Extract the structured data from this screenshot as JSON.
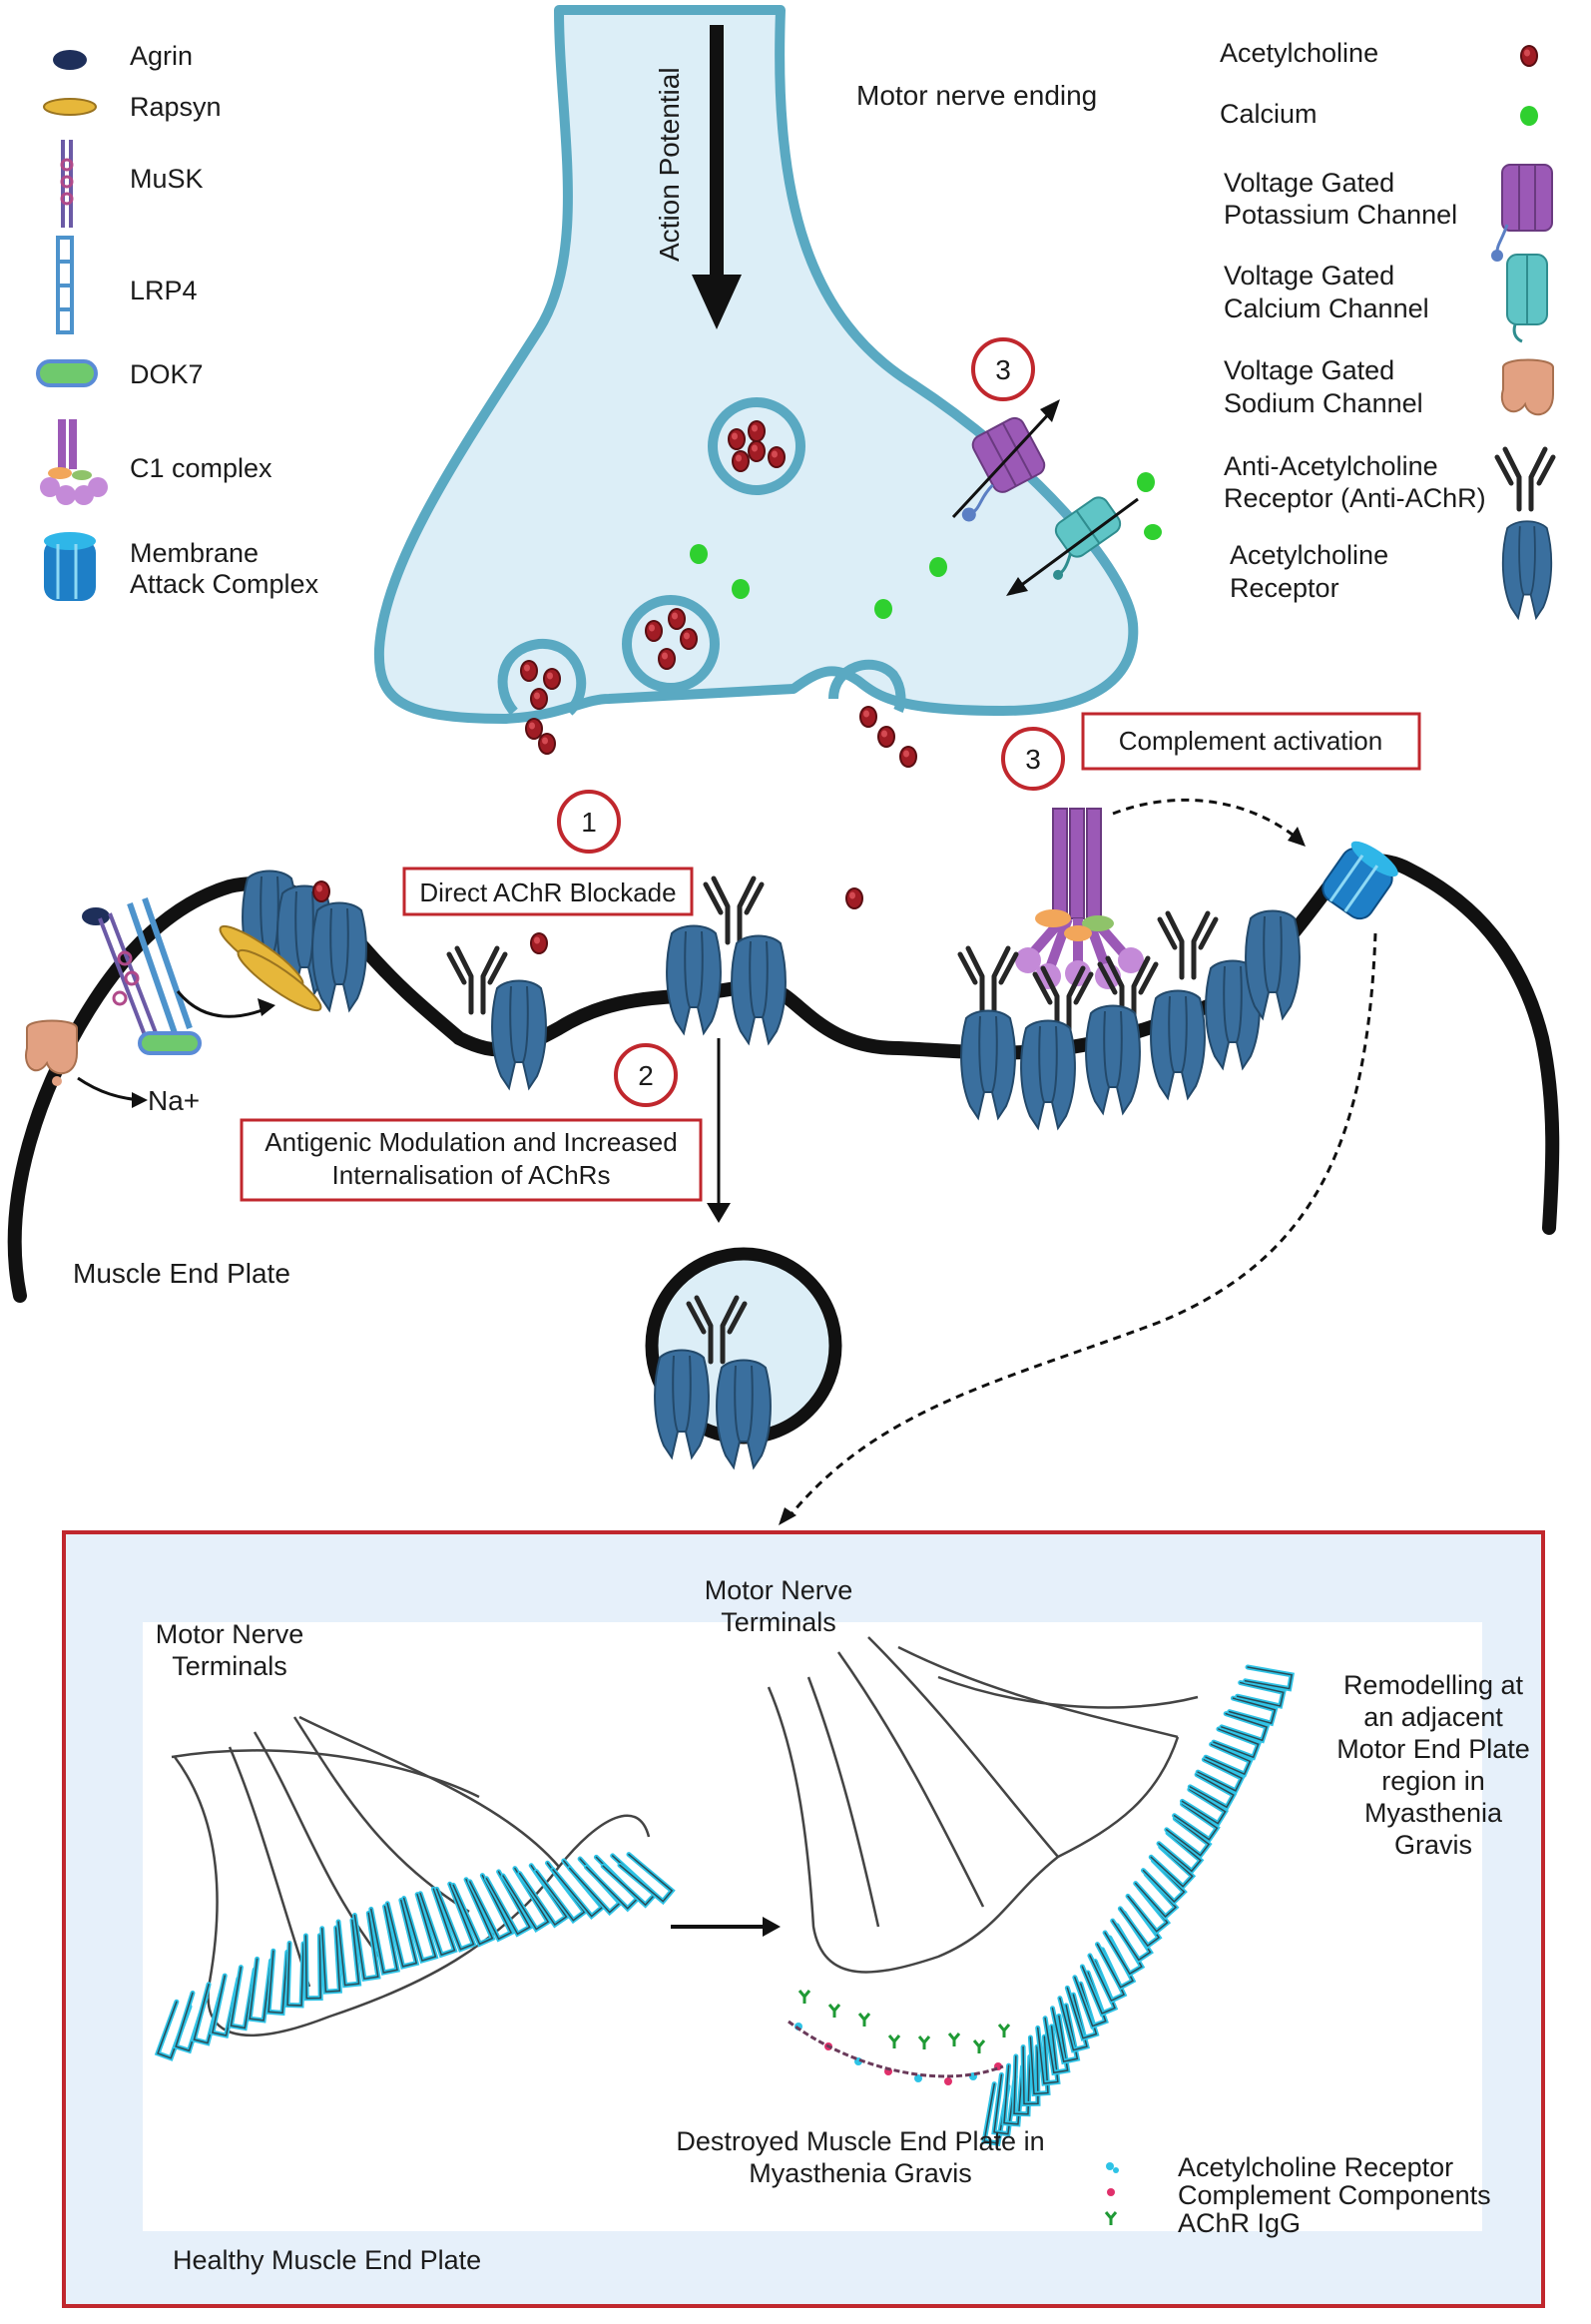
{
  "legend_left": [
    {
      "icon": "agrin-icon",
      "label": "Agrin"
    },
    {
      "icon": "rapsyn-icon",
      "label": "Rapsyn"
    },
    {
      "icon": "musk-icon",
      "label": "MuSK"
    },
    {
      "icon": "lrp4-icon",
      "label": "LRP4"
    },
    {
      "icon": "dok7-icon",
      "label": "DOK7"
    },
    {
      "icon": "c1-complex-icon",
      "label": "C1 complex"
    },
    {
      "icon": "membrane-attack-complex-icon",
      "label_lines": [
        "Membrane",
        "Attack Complex"
      ]
    }
  ],
  "legend_right": [
    {
      "icon": "acetylcholine-icon",
      "label_lines": [
        "Acetylcholine"
      ]
    },
    {
      "icon": "calcium-icon",
      "label_lines": [
        "Calcium"
      ]
    },
    {
      "icon": "potassium-channel-icon",
      "label_lines": [
        "Voltage Gated",
        "Potassium Channel"
      ]
    },
    {
      "icon": "calcium-channel-icon",
      "label_lines": [
        "Voltage Gated",
        "Calcium Channel"
      ]
    },
    {
      "icon": "sodium-channel-icon",
      "label_lines": [
        "Voltage Gated",
        "Sodium  Channel"
      ]
    },
    {
      "icon": "anti-achr-icon",
      "label_lines": [
        "Anti-Acetylcholine",
        "Receptor (Anti-AChR)"
      ]
    },
    {
      "icon": "achr-icon",
      "label_lines": [
        "Acetylcholine",
        "Receptor"
      ]
    }
  ],
  "labels": {
    "action_potential": "Action Potential",
    "motor_nerve_ending": "Motor nerve ending",
    "muscle_end_plate": "Muscle End Plate",
    "na_plus": "Na+"
  },
  "mechanisms": {
    "m1_number": "1",
    "m1_label": "Direct AChR Blockade",
    "m2_number": "2",
    "m2_label_lines": [
      "Antigenic Modulation and Increased",
      "Internalisation of AChRs"
    ],
    "m3_number": "3",
    "m3_label": "Complement activation",
    "m3_channel_number": "3"
  },
  "inset": {
    "left_terminal_lines": [
      "Motor Nerve",
      "Terminals"
    ],
    "mid_terminal_lines": [
      "Motor Nerve",
      "Terminals"
    ],
    "remodelling_lines": [
      "Remodelling at",
      "an adjacent",
      "Motor End Plate",
      "region in",
      "Myasthenia",
      "Gravis"
    ],
    "destroyed_lines": [
      "Destroyed Muscle End Plate in",
      "Myasthenia Gravis"
    ],
    "healthy": "Healthy Muscle End Plate",
    "legend": [
      "Acetylcholine Receptor",
      "Complement Components",
      "AChR IgG"
    ]
  },
  "colors": {
    "nerve_fill": "#dceef7",
    "nerve_stroke": "#5aa9c2",
    "acetylcholine": "#a01c24",
    "calcium": "#2fd02f",
    "receptor": "#3a6f9e",
    "box_border": "#c0272d",
    "inset_bg": "#e6f0fa",
    "achr_cyan": "#2ec3e6",
    "rapsyn": "#e6b73a",
    "potassium": "#9b59b6",
    "calcium_channel": "#5fc5c6",
    "sodium": "#e2a182",
    "membrane": "#111111"
  }
}
